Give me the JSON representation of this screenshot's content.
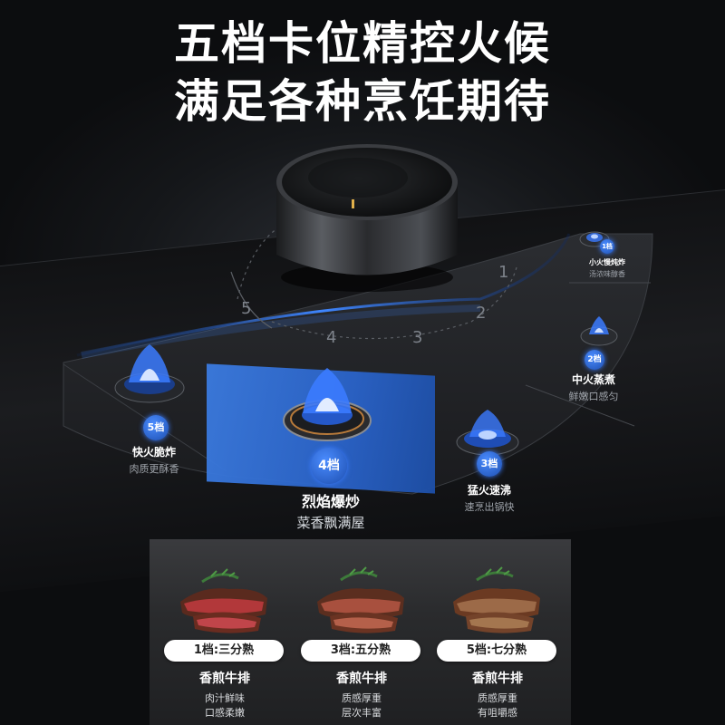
{
  "headline": {
    "line1": "五档卡位精控火候",
    "line2": "满足各种烹饪期待"
  },
  "dial_scale": [
    "5",
    "4",
    "3",
    "2",
    "1"
  ],
  "gears": [
    {
      "level": "1档",
      "title": "小火慢炖炸",
      "subtitle": "汤浓味醇香"
    },
    {
      "level": "2档",
      "title": "中火蒸煮",
      "subtitle": "鲜嫩口感匀"
    },
    {
      "level": "3档",
      "title": "猛火速沸",
      "subtitle": "速烹出锅快"
    },
    {
      "level": "4档",
      "title": "烈焰爆炒",
      "subtitle": "菜香飘满屋"
    },
    {
      "level": "5档",
      "title": "快火脆炸",
      "subtitle": "肉质更酥香"
    }
  ],
  "steaks": [
    {
      "label": "1档:三分熟",
      "title": "香煎牛排",
      "desc1": "肉汁鲜味",
      "desc2": "口感柔嫩"
    },
    {
      "label": "3档:五分熟",
      "title": "香煎牛排",
      "desc1": "质感厚重",
      "desc2": "层次丰富"
    },
    {
      "label": "5档:七分熟",
      "title": "香煎牛排",
      "desc1": "质感厚重",
      "desc2": "有咀嚼感"
    }
  ],
  "colors": {
    "accent_blue": "#2f6fd8",
    "flame_blue": "#3b7bff",
    "background": "#0d0e10"
  }
}
